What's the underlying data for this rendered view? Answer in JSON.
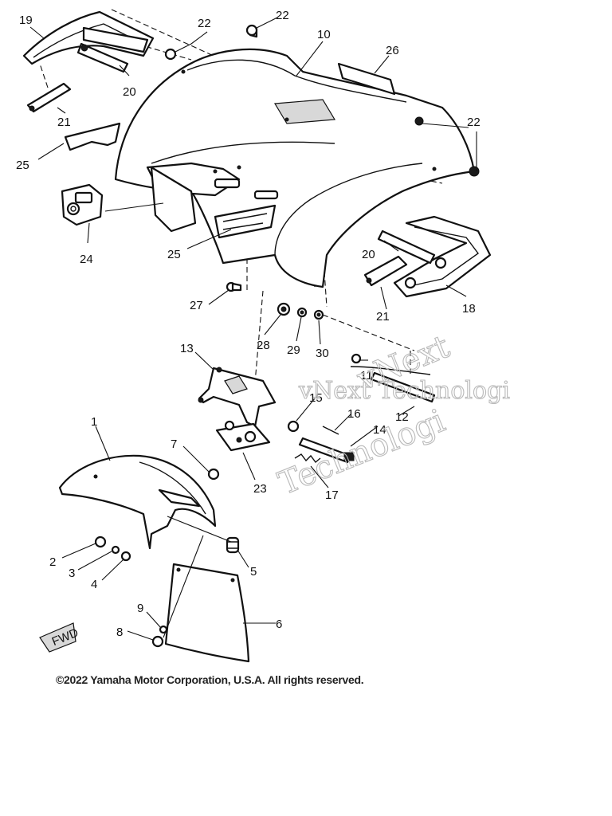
{
  "callouts": {
    "c1": "1",
    "c2": "2",
    "c3": "3",
    "c4": "4",
    "c5": "5",
    "c6": "6",
    "c7": "7",
    "c8": "8",
    "c9": "9",
    "c10": "10",
    "c11": "11",
    "c12": "12",
    "c13": "13",
    "c14": "14",
    "c15": "15",
    "c16": "16",
    "c17": "17",
    "c18": "18",
    "c19": "19",
    "c20a": "20",
    "c20b": "20",
    "c21a": "21",
    "c21b": "21",
    "c22a": "22",
    "c22b": "22",
    "c22c": "22",
    "c23": "23",
    "c24": "24",
    "c25a": "25",
    "c25b": "25",
    "c26": "26",
    "c27": "27",
    "c28": "28",
    "c29": "29",
    "c30": "30"
  },
  "watermark": {
    "line1": "vNext",
    "line2": "vNext Technologi",
    "line3": "Technologi"
  },
  "stamp": "FWD",
  "copyright": "©2022 Yamaha Motor Corporation, U.S.A. All rights reserved."
}
